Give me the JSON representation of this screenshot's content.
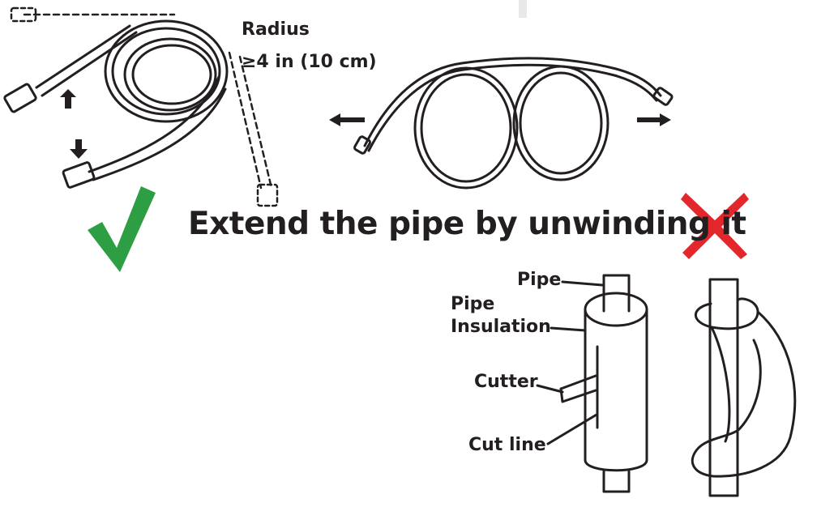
{
  "headline": "Extend the pipe by unwinding it",
  "radius_label_line1": "Radius",
  "radius_label_line2": "≥4 in (10 cm)",
  "labels": {
    "pipe": "Pipe",
    "insulation_line1": "Pipe",
    "insulation_line2": "Insulation",
    "cutter": "Cutter",
    "cut_line": "Cut line"
  },
  "colors": {
    "ink": "#231f20",
    "correct": "#2e9e44",
    "wrong": "#e3262c"
  },
  "icons": {
    "correct": "check-mark-icon",
    "wrong": "cross-mark-icon"
  }
}
